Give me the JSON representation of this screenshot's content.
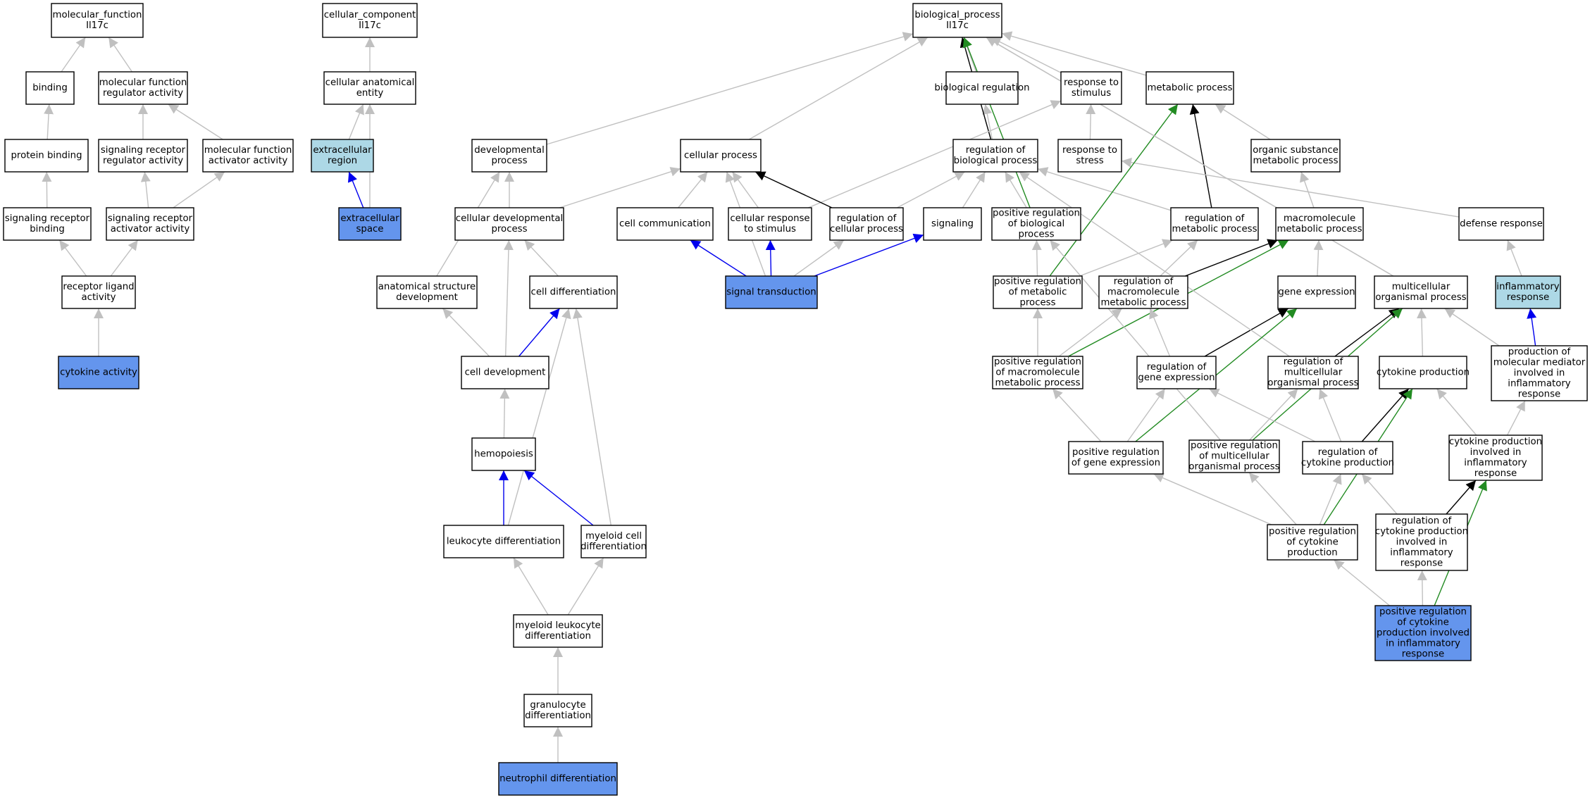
{
  "graph": {
    "colors": {
      "node_default": "#ffffff",
      "node_highlight": "#6495ed",
      "node_light": "#add8e6",
      "edge_is_a": "#c0c0c0",
      "edge_regulates": "#000000",
      "edge_positively_regulates": "#228b22",
      "edge_annotation": "#0000ee"
    },
    "nodes": [
      {
        "id": "mf",
        "lines": [
          "molecular_function",
          "Il17c"
        ],
        "style": "default"
      },
      {
        "id": "binding",
        "lines": [
          "binding"
        ],
        "style": "default"
      },
      {
        "id": "mfra",
        "lines": [
          "molecular function",
          "regulator activity"
        ],
        "style": "default"
      },
      {
        "id": "protein_binding",
        "lines": [
          "protein binding"
        ],
        "style": "default"
      },
      {
        "id": "srra",
        "lines": [
          "signaling receptor",
          "regulator activity"
        ],
        "style": "default"
      },
      {
        "id": "mfaa",
        "lines": [
          "molecular function",
          "activator activity"
        ],
        "style": "default"
      },
      {
        "id": "srb",
        "lines": [
          "signaling receptor",
          "binding"
        ],
        "style": "default"
      },
      {
        "id": "sraa",
        "lines": [
          "signaling receptor",
          "activator activity"
        ],
        "style": "default"
      },
      {
        "id": "rla",
        "lines": [
          "receptor ligand",
          "activity"
        ],
        "style": "default"
      },
      {
        "id": "cytokine_activity",
        "lines": [
          "cytokine activity"
        ],
        "style": "highlight"
      },
      {
        "id": "cc",
        "lines": [
          "cellular_component",
          "Il17c"
        ],
        "style": "default"
      },
      {
        "id": "cae",
        "lines": [
          "cellular anatomical",
          "entity"
        ],
        "style": "default"
      },
      {
        "id": "ecr",
        "lines": [
          "extracellular",
          "region"
        ],
        "style": "light"
      },
      {
        "id": "ecs",
        "lines": [
          "extracellular",
          "space"
        ],
        "style": "highlight"
      },
      {
        "id": "bp",
        "lines": [
          "biological_process",
          "Il17c"
        ],
        "style": "default"
      },
      {
        "id": "dev_proc",
        "lines": [
          "developmental",
          "process"
        ],
        "style": "default"
      },
      {
        "id": "cell_proc",
        "lines": [
          "cellular process"
        ],
        "style": "default"
      },
      {
        "id": "bio_reg",
        "lines": [
          "biological regulation"
        ],
        "style": "default"
      },
      {
        "id": "resp_stim",
        "lines": [
          "response to",
          "stimulus"
        ],
        "style": "default"
      },
      {
        "id": "met_proc",
        "lines": [
          "metabolic process"
        ],
        "style": "default"
      },
      {
        "id": "reg_bio",
        "lines": [
          "regulation of",
          "biological process"
        ],
        "style": "default"
      },
      {
        "id": "resp_stress",
        "lines": [
          "response to",
          "stress"
        ],
        "style": "default"
      },
      {
        "id": "org_sub",
        "lines": [
          "organic substance",
          "metabolic process"
        ],
        "style": "default"
      },
      {
        "id": "cell_dev_proc",
        "lines": [
          "cellular developmental",
          "process"
        ],
        "style": "default"
      },
      {
        "id": "cell_comm",
        "lines": [
          "cell communication"
        ],
        "style": "default"
      },
      {
        "id": "cell_resp",
        "lines": [
          "cellular response",
          "to stimulus"
        ],
        "style": "default"
      },
      {
        "id": "reg_cell",
        "lines": [
          "regulation of",
          "cellular process"
        ],
        "style": "default"
      },
      {
        "id": "signaling",
        "lines": [
          "signaling"
        ],
        "style": "default"
      },
      {
        "id": "pos_reg_bio",
        "lines": [
          "positive regulation",
          "of biological",
          "process"
        ],
        "style": "default"
      },
      {
        "id": "reg_met",
        "lines": [
          "regulation of",
          "metabolic process"
        ],
        "style": "default"
      },
      {
        "id": "macro_met",
        "lines": [
          "macromolecule",
          "metabolic process"
        ],
        "style": "default"
      },
      {
        "id": "defense",
        "lines": [
          "defense response"
        ],
        "style": "default"
      },
      {
        "id": "anat_dev",
        "lines": [
          "anatomical structure",
          "development"
        ],
        "style": "default"
      },
      {
        "id": "cell_diff",
        "lines": [
          "cell differentiation"
        ],
        "style": "default"
      },
      {
        "id": "sig_trans",
        "lines": [
          "signal transduction"
        ],
        "style": "highlight"
      },
      {
        "id": "pos_reg_met",
        "lines": [
          "positive regulation",
          "of metabolic",
          "process"
        ],
        "style": "default"
      },
      {
        "id": "reg_macro",
        "lines": [
          "regulation of",
          "macromolecule",
          "metabolic process"
        ],
        "style": "default"
      },
      {
        "id": "gene_exp",
        "lines": [
          "gene expression"
        ],
        "style": "default"
      },
      {
        "id": "multi_org",
        "lines": [
          "multicellular",
          "organismal process"
        ],
        "style": "default"
      },
      {
        "id": "inflam",
        "lines": [
          "inflammatory",
          "response"
        ],
        "style": "light"
      },
      {
        "id": "cell_dev",
        "lines": [
          "cell development"
        ],
        "style": "default"
      },
      {
        "id": "pos_reg_macro",
        "lines": [
          "positive regulation",
          "of macromolecule",
          "metabolic process"
        ],
        "style": "default"
      },
      {
        "id": "reg_gene",
        "lines": [
          "regulation of",
          "gene expression"
        ],
        "style": "default"
      },
      {
        "id": "reg_multi",
        "lines": [
          "regulation of",
          "multicellular",
          "organismal process"
        ],
        "style": "default"
      },
      {
        "id": "cyto_prod",
        "lines": [
          "cytokine production"
        ],
        "style": "default"
      },
      {
        "id": "prod_mol",
        "lines": [
          "production of",
          "molecular mediator",
          "involved in",
          "inflammatory",
          "response"
        ],
        "style": "default"
      },
      {
        "id": "hemo",
        "lines": [
          "hemopoiesis"
        ],
        "style": "default"
      },
      {
        "id": "pos_reg_gene",
        "lines": [
          "positive regulation",
          "of gene expression"
        ],
        "style": "default"
      },
      {
        "id": "pos_reg_multi",
        "lines": [
          "positive regulation",
          "of multicellular",
          "organismal process"
        ],
        "style": "default"
      },
      {
        "id": "reg_cyto",
        "lines": [
          "regulation of",
          "cytokine production"
        ],
        "style": "default"
      },
      {
        "id": "cyto_inflam",
        "lines": [
          "cytokine production",
          "involved in",
          "inflammatory",
          "response"
        ],
        "style": "default"
      },
      {
        "id": "leuk_diff",
        "lines": [
          "leukocyte differentiation"
        ],
        "style": "default"
      },
      {
        "id": "myeloid_diff",
        "lines": [
          "myeloid cell",
          "differentiation"
        ],
        "style": "default"
      },
      {
        "id": "pos_reg_cyto",
        "lines": [
          "positive regulation",
          "of cytokine",
          "production"
        ],
        "style": "default"
      },
      {
        "id": "reg_cyto_inflam",
        "lines": [
          "regulation of",
          "cytokine production",
          "involved in",
          "inflammatory",
          "response"
        ],
        "style": "default"
      },
      {
        "id": "myeloid_leuk",
        "lines": [
          "myeloid leukocyte",
          "differentiation"
        ],
        "style": "default"
      },
      {
        "id": "pos_reg_cyto_inflam",
        "lines": [
          "positive regulation",
          "of cytokine",
          "production involved",
          "in inflammatory",
          "response"
        ],
        "style": "highlight"
      },
      {
        "id": "gran_diff",
        "lines": [
          "granulocyte",
          "differentiation"
        ],
        "style": "default"
      },
      {
        "id": "neut_diff",
        "lines": [
          "neutrophil differentiation"
        ],
        "style": "highlight"
      }
    ],
    "edges": [
      {
        "from": "binding",
        "to": "mf",
        "type": "is_a"
      },
      {
        "from": "mfra",
        "to": "mf",
        "type": "is_a"
      },
      {
        "from": "protein_binding",
        "to": "binding",
        "type": "is_a"
      },
      {
        "from": "srra",
        "to": "mfra",
        "type": "is_a"
      },
      {
        "from": "mfaa",
        "to": "mfra",
        "type": "is_a"
      },
      {
        "from": "srb",
        "to": "protein_binding",
        "type": "is_a"
      },
      {
        "from": "sraa",
        "to": "srra",
        "type": "is_a"
      },
      {
        "from": "sraa",
        "to": "mfaa",
        "type": "is_a"
      },
      {
        "from": "rla",
        "to": "srb",
        "type": "is_a"
      },
      {
        "from": "rla",
        "to": "sraa",
        "type": "is_a"
      },
      {
        "from": "cytokine_activity",
        "to": "rla",
        "type": "is_a"
      },
      {
        "from": "cae",
        "to": "cc",
        "type": "is_a"
      },
      {
        "from": "ecr",
        "to": "cae",
        "type": "is_a"
      },
      {
        "from": "ecs",
        "to": "ecr",
        "type": "annotation"
      },
      {
        "from": "ecs",
        "to": "cae",
        "type": "is_a"
      },
      {
        "from": "dev_proc",
        "to": "bp",
        "type": "is_a"
      },
      {
        "from": "cell_proc",
        "to": "bp",
        "type": "is_a"
      },
      {
        "from": "bio_reg",
        "to": "bp",
        "type": "is_a"
      },
      {
        "from": "resp_stim",
        "to": "bp",
        "type": "is_a"
      },
      {
        "from": "met_proc",
        "to": "bp",
        "type": "is_a"
      },
      {
        "from": "multi_org",
        "to": "bp",
        "type": "is_a"
      },
      {
        "from": "reg_bio",
        "to": "bio_reg",
        "type": "is_a"
      },
      {
        "from": "reg_bio",
        "to": "bp",
        "type": "regulates"
      },
      {
        "from": "pos_reg_bio",
        "to": "bp",
        "type": "positively_regulates"
      },
      {
        "from": "resp_stress",
        "to": "resp_stim",
        "type": "is_a"
      },
      {
        "from": "org_sub",
        "to": "met_proc",
        "type": "is_a"
      },
      {
        "from": "cell_dev_proc",
        "to": "dev_proc",
        "type": "is_a"
      },
      {
        "from": "cell_dev_proc",
        "to": "cell_proc",
        "type": "is_a"
      },
      {
        "from": "cell_comm",
        "to": "cell_proc",
        "type": "is_a"
      },
      {
        "from": "cell_resp",
        "to": "cell_proc",
        "type": "is_a"
      },
      {
        "from": "cell_resp",
        "to": "resp_stim",
        "type": "is_a"
      },
      {
        "from": "reg_cell",
        "to": "cell_proc",
        "type": "regulates"
      },
      {
        "from": "reg_cell",
        "to": "reg_bio",
        "type": "is_a"
      },
      {
        "from": "signaling",
        "to": "reg_bio",
        "type": "is_a"
      },
      {
        "from": "pos_reg_bio",
        "to": "reg_bio",
        "type": "is_a"
      },
      {
        "from": "reg_met",
        "to": "met_proc",
        "type": "regulates"
      },
      {
        "from": "reg_met",
        "to": "reg_bio",
        "type": "is_a"
      },
      {
        "from": "macro_met",
        "to": "org_sub",
        "type": "is_a"
      },
      {
        "from": "defense",
        "to": "resp_stress",
        "type": "is_a"
      },
      {
        "from": "anat_dev",
        "to": "dev_proc",
        "type": "is_a"
      },
      {
        "from": "cell_diff",
        "to": "cell_dev_proc",
        "type": "is_a"
      },
      {
        "from": "sig_trans",
        "to": "cell_comm",
        "type": "annotation"
      },
      {
        "from": "sig_trans",
        "to": "cell_resp",
        "type": "annotation"
      },
      {
        "from": "sig_trans",
        "to": "signaling",
        "type": "annotation"
      },
      {
        "from": "sig_trans",
        "to": "reg_cell",
        "type": "is_a"
      },
      {
        "from": "sig_trans",
        "to": "cell_proc",
        "type": "is_a"
      },
      {
        "from": "pos_reg_met",
        "to": "pos_reg_bio",
        "type": "is_a"
      },
      {
        "from": "pos_reg_met",
        "to": "reg_met",
        "type": "is_a"
      },
      {
        "from": "pos_reg_met",
        "to": "met_proc",
        "type": "positively_regulates"
      },
      {
        "from": "reg_macro",
        "to": "reg_met",
        "type": "is_a"
      },
      {
        "from": "reg_macro",
        "to": "macro_met",
        "type": "regulates"
      },
      {
        "from": "gene_exp",
        "to": "macro_met",
        "type": "is_a"
      },
      {
        "from": "multi_org",
        "to": "bp",
        "type": "is_a"
      },
      {
        "from": "inflam",
        "to": "defense",
        "type": "is_a"
      },
      {
        "from": "cell_dev",
        "to": "anat_dev",
        "type": "is_a"
      },
      {
        "from": "cell_dev",
        "to": "cell_dev_proc",
        "type": "is_a"
      },
      {
        "from": "cell_dev",
        "to": "cell_diff",
        "type": "annotation"
      },
      {
        "from": "pos_reg_macro",
        "to": "pos_reg_met",
        "type": "is_a"
      },
      {
        "from": "pos_reg_macro",
        "to": "reg_macro",
        "type": "is_a"
      },
      {
        "from": "pos_reg_macro",
        "to": "macro_met",
        "type": "positively_regulates"
      },
      {
        "from": "reg_gene",
        "to": "reg_macro",
        "type": "is_a"
      },
      {
        "from": "reg_gene",
        "to": "gene_exp",
        "type": "regulates"
      },
      {
        "from": "reg_multi",
        "to": "reg_bio",
        "type": "is_a"
      },
      {
        "from": "reg_multi",
        "to": "multi_org",
        "type": "regulates"
      },
      {
        "from": "cyto_prod",
        "to": "multi_org",
        "type": "is_a"
      },
      {
        "from": "prod_mol",
        "to": "multi_org",
        "type": "is_a"
      },
      {
        "from": "prod_mol",
        "to": "inflam",
        "type": "annotation"
      },
      {
        "from": "hemo",
        "to": "cell_dev",
        "type": "is_a"
      },
      {
        "from": "pos_reg_gene",
        "to": "pos_reg_macro",
        "type": "is_a"
      },
      {
        "from": "pos_reg_gene",
        "to": "reg_gene",
        "type": "is_a"
      },
      {
        "from": "pos_reg_gene",
        "to": "gene_exp",
        "type": "positively_regulates"
      },
      {
        "from": "pos_reg_multi",
        "to": "reg_multi",
        "type": "is_a"
      },
      {
        "from": "pos_reg_multi",
        "to": "pos_reg_bio",
        "type": "is_a"
      },
      {
        "from": "pos_reg_multi",
        "to": "multi_org",
        "type": "positively_regulates"
      },
      {
        "from": "reg_cyto",
        "to": "reg_multi",
        "type": "is_a"
      },
      {
        "from": "reg_cyto",
        "to": "reg_gene",
        "type": "is_a"
      },
      {
        "from": "reg_cyto",
        "to": "cyto_prod",
        "type": "regulates"
      },
      {
        "from": "cyto_inflam",
        "to": "cyto_prod",
        "type": "is_a"
      },
      {
        "from": "cyto_inflam",
        "to": "prod_mol",
        "type": "is_a"
      },
      {
        "from": "leuk_diff",
        "to": "hemo",
        "type": "annotation"
      },
      {
        "from": "leuk_diff",
        "to": "cell_diff",
        "type": "is_a"
      },
      {
        "from": "myeloid_diff",
        "to": "hemo",
        "type": "annotation"
      },
      {
        "from": "myeloid_diff",
        "to": "cell_diff",
        "type": "is_a"
      },
      {
        "from": "pos_reg_cyto",
        "to": "pos_reg_gene",
        "type": "is_a"
      },
      {
        "from": "pos_reg_cyto",
        "to": "pos_reg_multi",
        "type": "is_a"
      },
      {
        "from": "pos_reg_cyto",
        "to": "reg_cyto",
        "type": "is_a"
      },
      {
        "from": "pos_reg_cyto",
        "to": "cyto_prod",
        "type": "positively_regulates"
      },
      {
        "from": "reg_cyto_inflam",
        "to": "reg_cyto",
        "type": "is_a"
      },
      {
        "from": "reg_cyto_inflam",
        "to": "cyto_inflam",
        "type": "regulates"
      },
      {
        "from": "myeloid_leuk",
        "to": "leuk_diff",
        "type": "is_a"
      },
      {
        "from": "myeloid_leuk",
        "to": "myeloid_diff",
        "type": "is_a"
      },
      {
        "from": "pos_reg_cyto_inflam",
        "to": "pos_reg_cyto",
        "type": "is_a"
      },
      {
        "from": "pos_reg_cyto_inflam",
        "to": "reg_cyto_inflam",
        "type": "is_a"
      },
      {
        "from": "pos_reg_cyto_inflam",
        "to": "cyto_inflam",
        "type": "positively_regulates"
      },
      {
        "from": "gran_diff",
        "to": "myeloid_leuk",
        "type": "is_a"
      },
      {
        "from": "neut_diff",
        "to": "gran_diff",
        "type": "is_a"
      }
    ]
  }
}
